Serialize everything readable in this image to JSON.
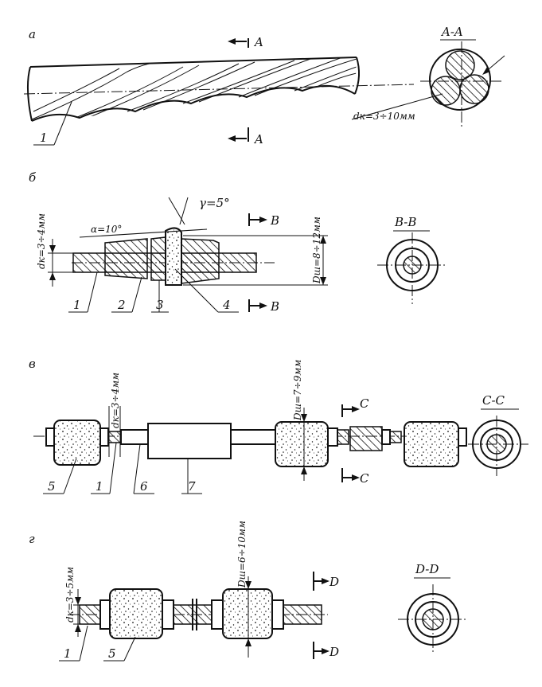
{
  "panels": {
    "a": {
      "letter": "а",
      "section_mark": "A",
      "section_title": "A-A",
      "diameter_note": "dк=3÷10мм",
      "callout_1": "1"
    },
    "b": {
      "letter": "б",
      "section_mark": "B",
      "section_title": "B-B",
      "angle_alpha": "α=10°",
      "angle_gamma": "γ=5°",
      "dim_dk": "dк=3÷4мм",
      "dim_dsh": "Dш=8÷12мм",
      "callouts": [
        "1",
        "2",
        "3",
        "4"
      ]
    },
    "v": {
      "letter": "в",
      "section_mark": "C",
      "section_title": "C-C",
      "dim_dk": "dк=3÷4мм",
      "dim_dsh": "Dш=7÷9мм",
      "callouts": [
        "5",
        "1",
        "6",
        "7"
      ]
    },
    "g": {
      "letter": "г",
      "section_mark": "D",
      "section_title": "D-D",
      "dim_dk": "dк=3÷5мм",
      "dim_dsh": "Dш=6÷10мм",
      "callouts": [
        "1",
        "5"
      ]
    }
  }
}
